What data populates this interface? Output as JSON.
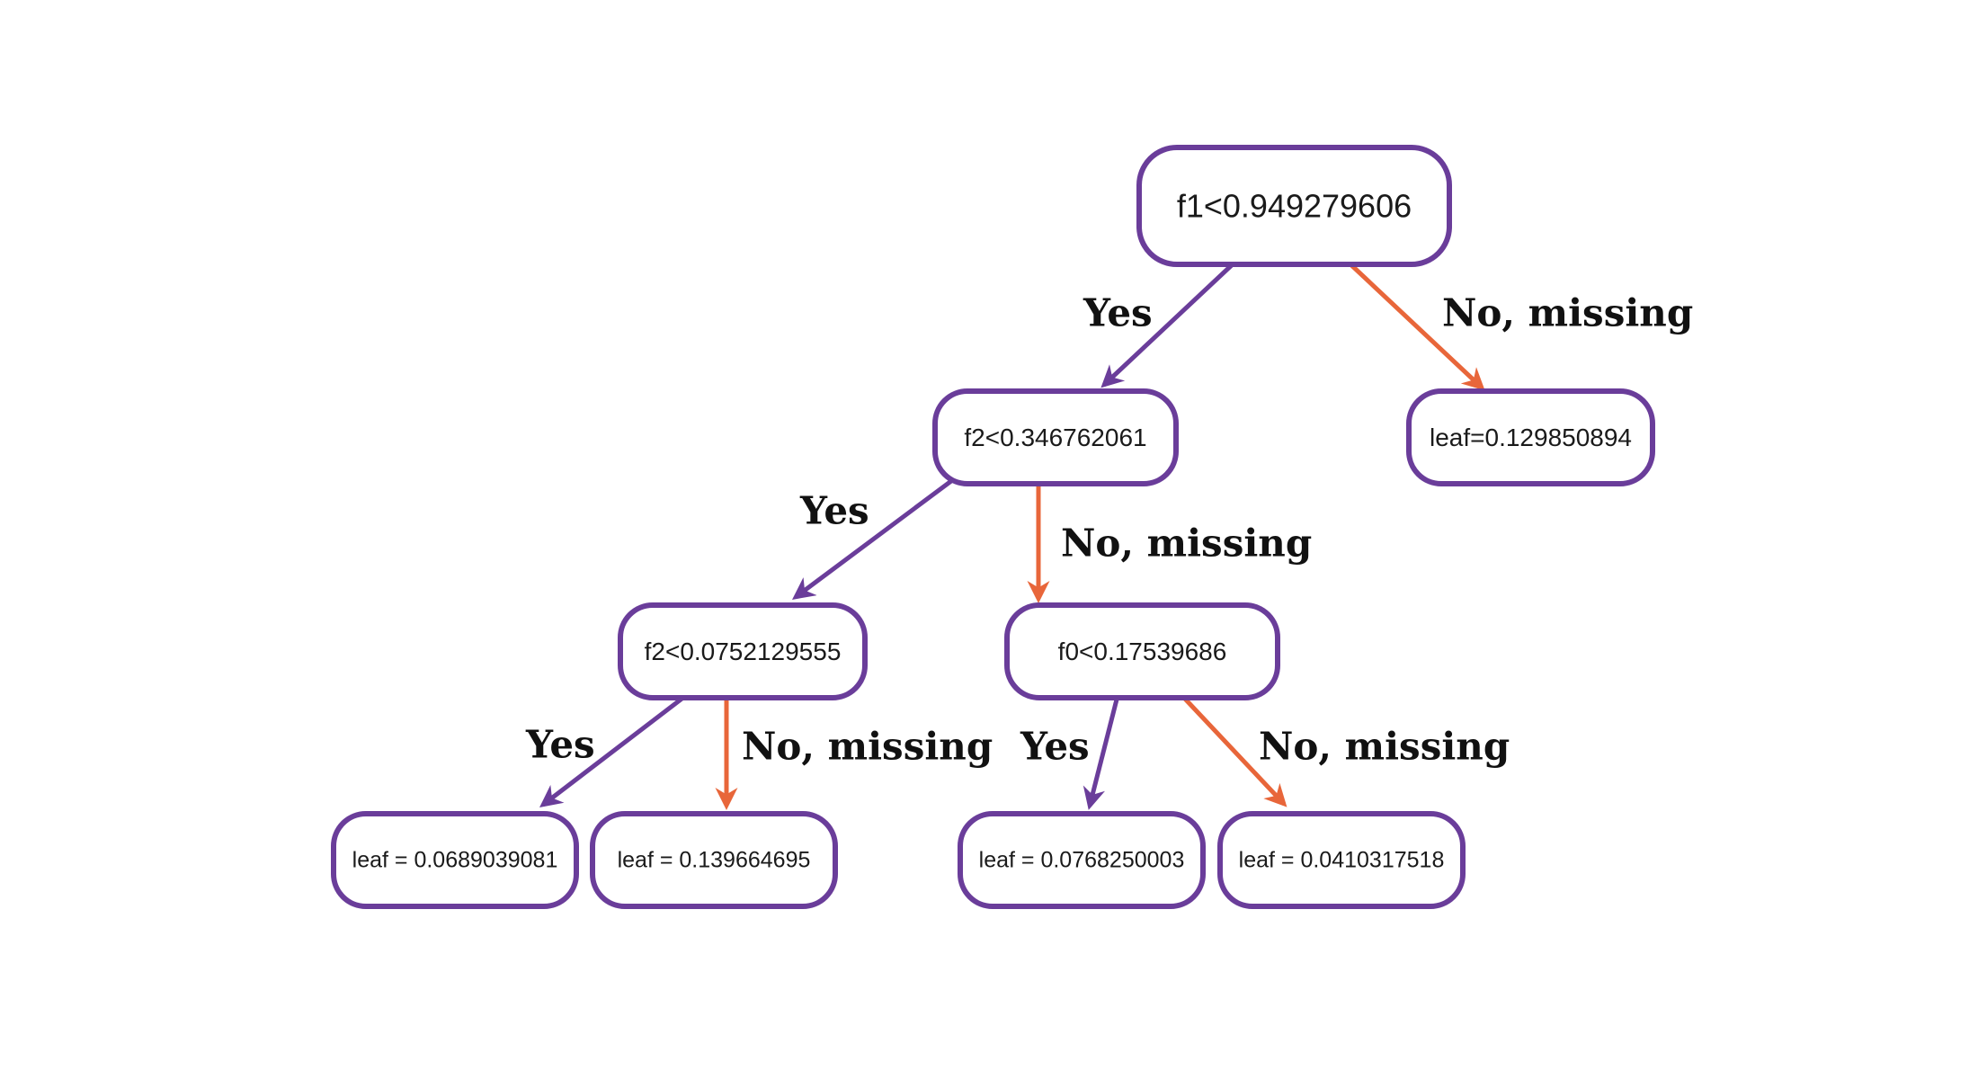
{
  "colors": {
    "node_border": "#6a3d9a",
    "yes_edge": "#6a3d9a",
    "no_edge": "#e8663a",
    "text": "#1a1a1a"
  },
  "labels": {
    "yes": "Yes",
    "no": "No, missing"
  },
  "nodes": {
    "root": "f1<0.949279606",
    "n_f2_a": "f2<0.346762061",
    "leaf_r": "leaf=0.129850894",
    "n_f2_b": "f2<0.0752129555",
    "n_f0": "f0<0.17539686",
    "leaf_1": "leaf = 0.0689039081",
    "leaf_2": "leaf = 0.139664695",
    "leaf_3": "leaf = 0.0768250003",
    "leaf_4": "leaf = 0.0410317518"
  },
  "edges": [
    {
      "from": "root",
      "to": "n_f2_a",
      "kind": "yes"
    },
    {
      "from": "root",
      "to": "leaf_r",
      "kind": "no"
    },
    {
      "from": "n_f2_a",
      "to": "n_f2_b",
      "kind": "yes"
    },
    {
      "from": "n_f2_a",
      "to": "n_f0",
      "kind": "no"
    },
    {
      "from": "n_f2_b",
      "to": "leaf_1",
      "kind": "yes"
    },
    {
      "from": "n_f2_b",
      "to": "leaf_2",
      "kind": "no"
    },
    {
      "from": "n_f0",
      "to": "leaf_3",
      "kind": "yes"
    },
    {
      "from": "n_f0",
      "to": "leaf_4",
      "kind": "no"
    }
  ]
}
